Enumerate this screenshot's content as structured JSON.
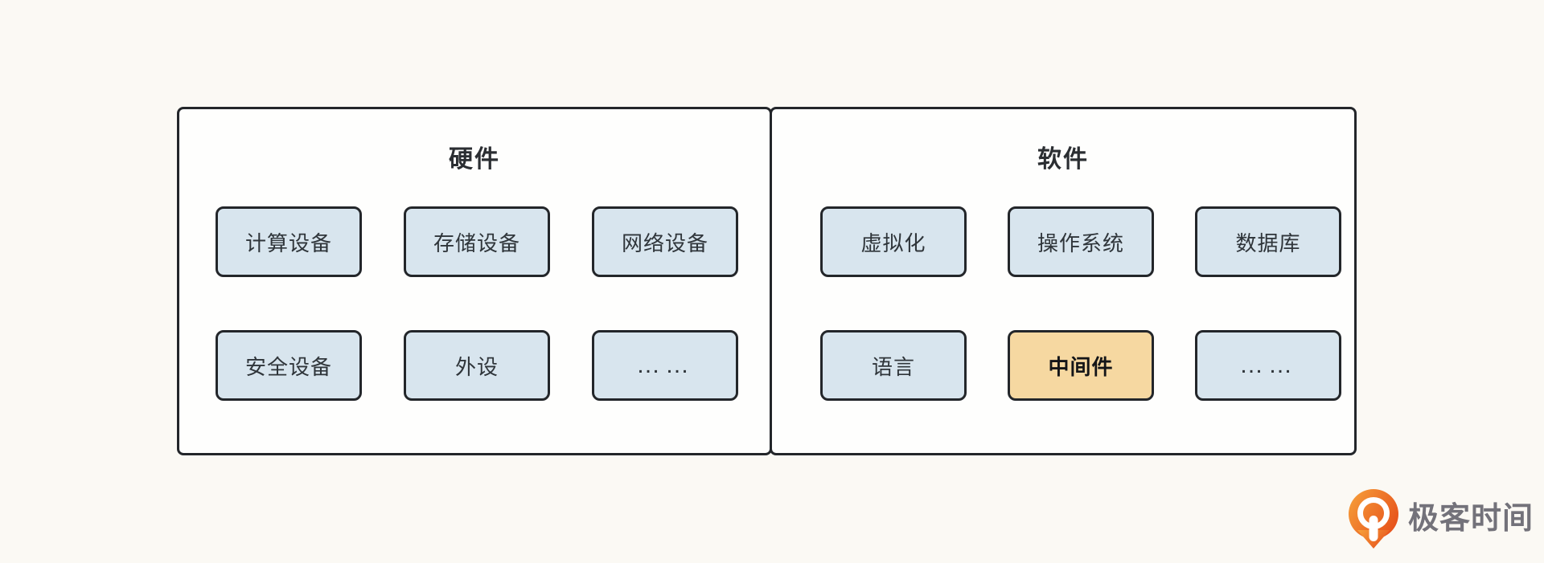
{
  "diagram": {
    "background_color": "#FBF9F4",
    "panel_fill": "#FEFEFD",
    "border_color": "#23262A",
    "box_fill_blue": "#D8E5EE",
    "box_fill_orange": "#F6D8A1",
    "panels": [
      {
        "title": "硬件",
        "boxes": [
          {
            "label": "计算设备",
            "variant": "blue"
          },
          {
            "label": "存储设备",
            "variant": "blue"
          },
          {
            "label": "网络设备",
            "variant": "blue"
          },
          {
            "label": "安全设备",
            "variant": "blue"
          },
          {
            "label": "外设",
            "variant": "blue"
          },
          {
            "label": "……",
            "variant": "blue-ellipsis"
          }
        ]
      },
      {
        "title": "软件",
        "boxes": [
          {
            "label": "虚拟化",
            "variant": "blue"
          },
          {
            "label": "操作系统",
            "variant": "blue"
          },
          {
            "label": "数据库",
            "variant": "blue"
          },
          {
            "label": "语言",
            "variant": "blue"
          },
          {
            "label": "中间件",
            "variant": "orange-highlight"
          },
          {
            "label": "……",
            "variant": "blue-ellipsis"
          }
        ]
      }
    ],
    "logo": {
      "text": "极客时间",
      "icon": "geektime-pin-icon",
      "icon_gradient_start": "#F7A23B",
      "icon_gradient_end": "#E7551D",
      "text_color": "#73727A"
    }
  }
}
